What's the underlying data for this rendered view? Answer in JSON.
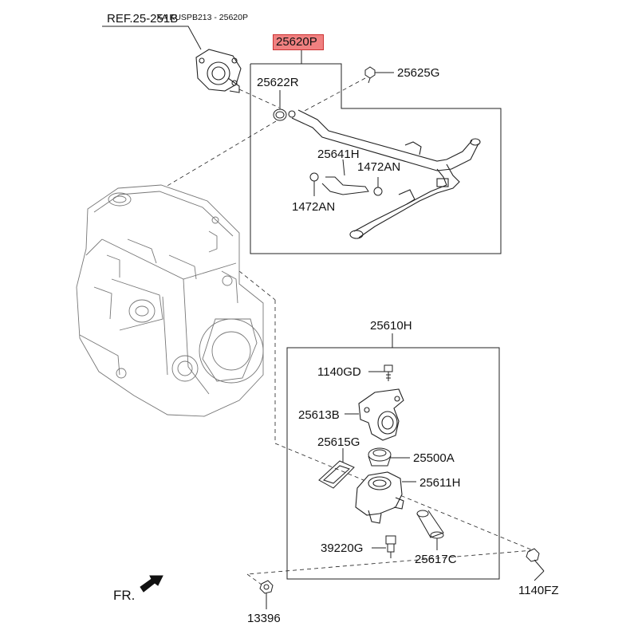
{
  "header": {
    "overlay_text": "XA KUSPB213 - 25620P",
    "ref_label": "REF.25-251B"
  },
  "highlight_color": "#f08080",
  "parts": {
    "p25620P": "25620P",
    "p25625G": "25625G",
    "p25622R": "25622R",
    "p25641H": "25641H",
    "p1472AN_a": "1472AN",
    "p1472AN_b": "1472AN",
    "p25610H": "25610H",
    "p1140GD": "1140GD",
    "p25613B": "25613B",
    "p25615G": "25615G",
    "p25500A": "25500A",
    "p25611H": "25611H",
    "p39220G": "39220G",
    "p25617C": "25617C",
    "p1140FZ": "1140FZ",
    "p13396": "13396"
  },
  "footer": {
    "direction_label": "FR."
  }
}
